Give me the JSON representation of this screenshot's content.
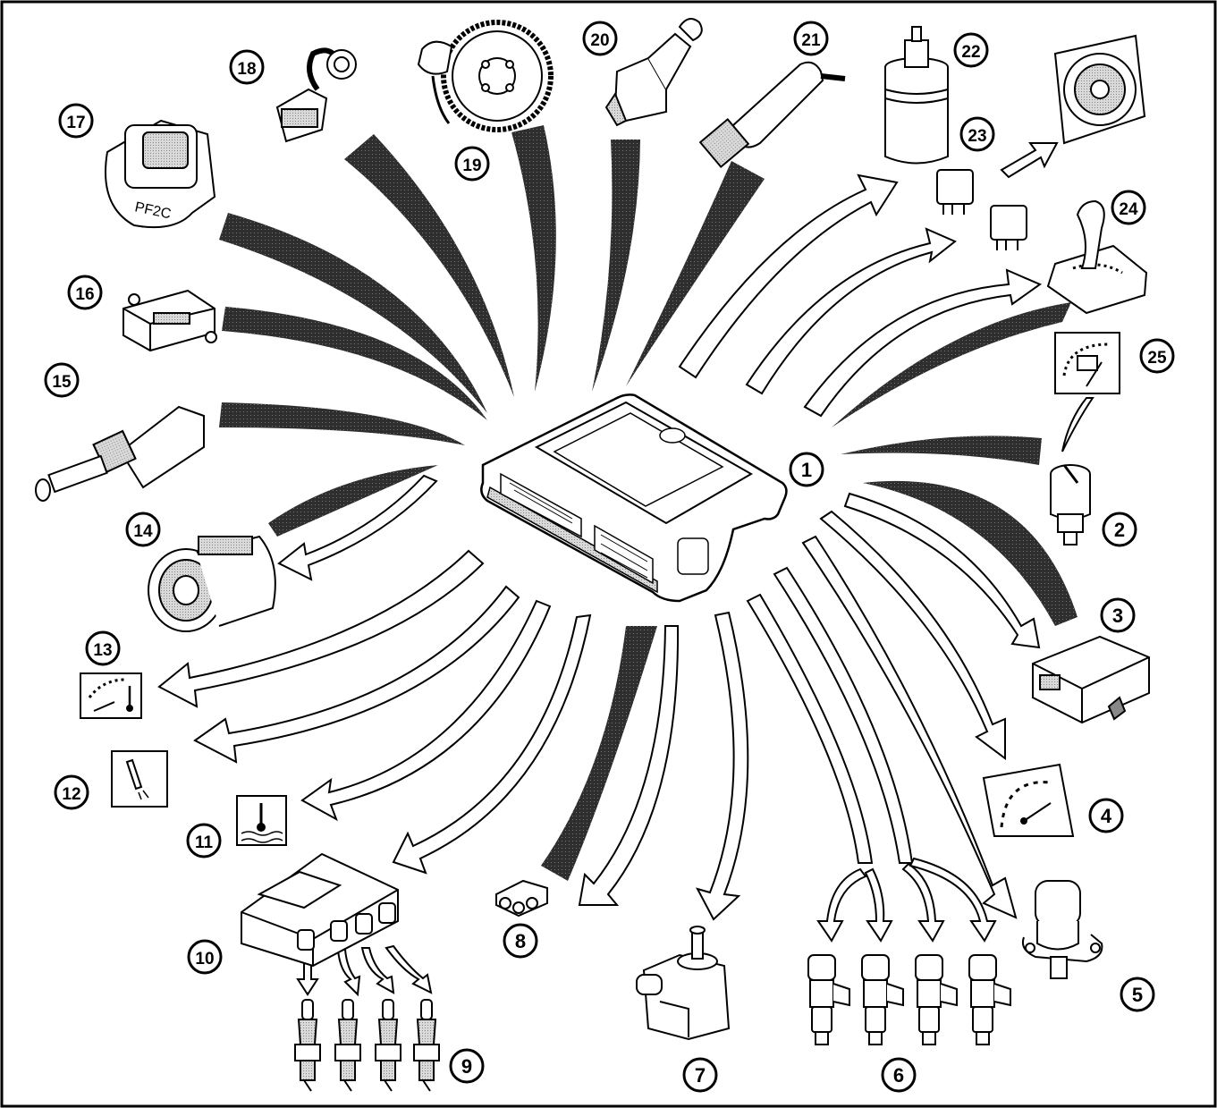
{
  "diagram": {
    "center_label": "1",
    "callouts": [
      "2",
      "3",
      "4",
      "5",
      "6",
      "7",
      "8",
      "9",
      "10",
      "11",
      "12",
      "13",
      "14",
      "15",
      "16",
      "17",
      "18",
      "19",
      "20",
      "21",
      "22",
      "23",
      "24",
      "25"
    ],
    "sensor_17_marking": "PF2C",
    "colors": {
      "ink": "#000000",
      "input_band": "#3a3a3a",
      "output_arrow_fill": "#ffffff",
      "panel": "#ffffff"
    },
    "icons": {
      "1": "ecu-module-icon",
      "2": "pressure-switch-icon",
      "3": "control-module-icon",
      "4": "tachometer-icon",
      "5": "idle-actuator-icon",
      "6": "fuel-injectors-icon",
      "7": "canister-valve-icon",
      "8": "diagnostic-connector-icon",
      "9": "spark-plugs-icon",
      "10": "ignition-coil-icon",
      "11": "coolant-temp-warning-icon",
      "12": "glow-indicator-icon",
      "13": "coolant-gauge-icon",
      "14": "ac-compressor-icon",
      "15": "temperature-sensor-icon",
      "16": "map-sensor-icon",
      "17": "throttle-sensor-icon",
      "18": "knock-sensor-icon",
      "19": "crankshaft-sensor-icon",
      "20": "ignition-switch-icon",
      "21": "oxygen-sensor-icon",
      "22": "fuel-pump-icon",
      "23": "relays-icon",
      "24": "gear-selector-icon",
      "25": "speedometer-icon"
    }
  }
}
